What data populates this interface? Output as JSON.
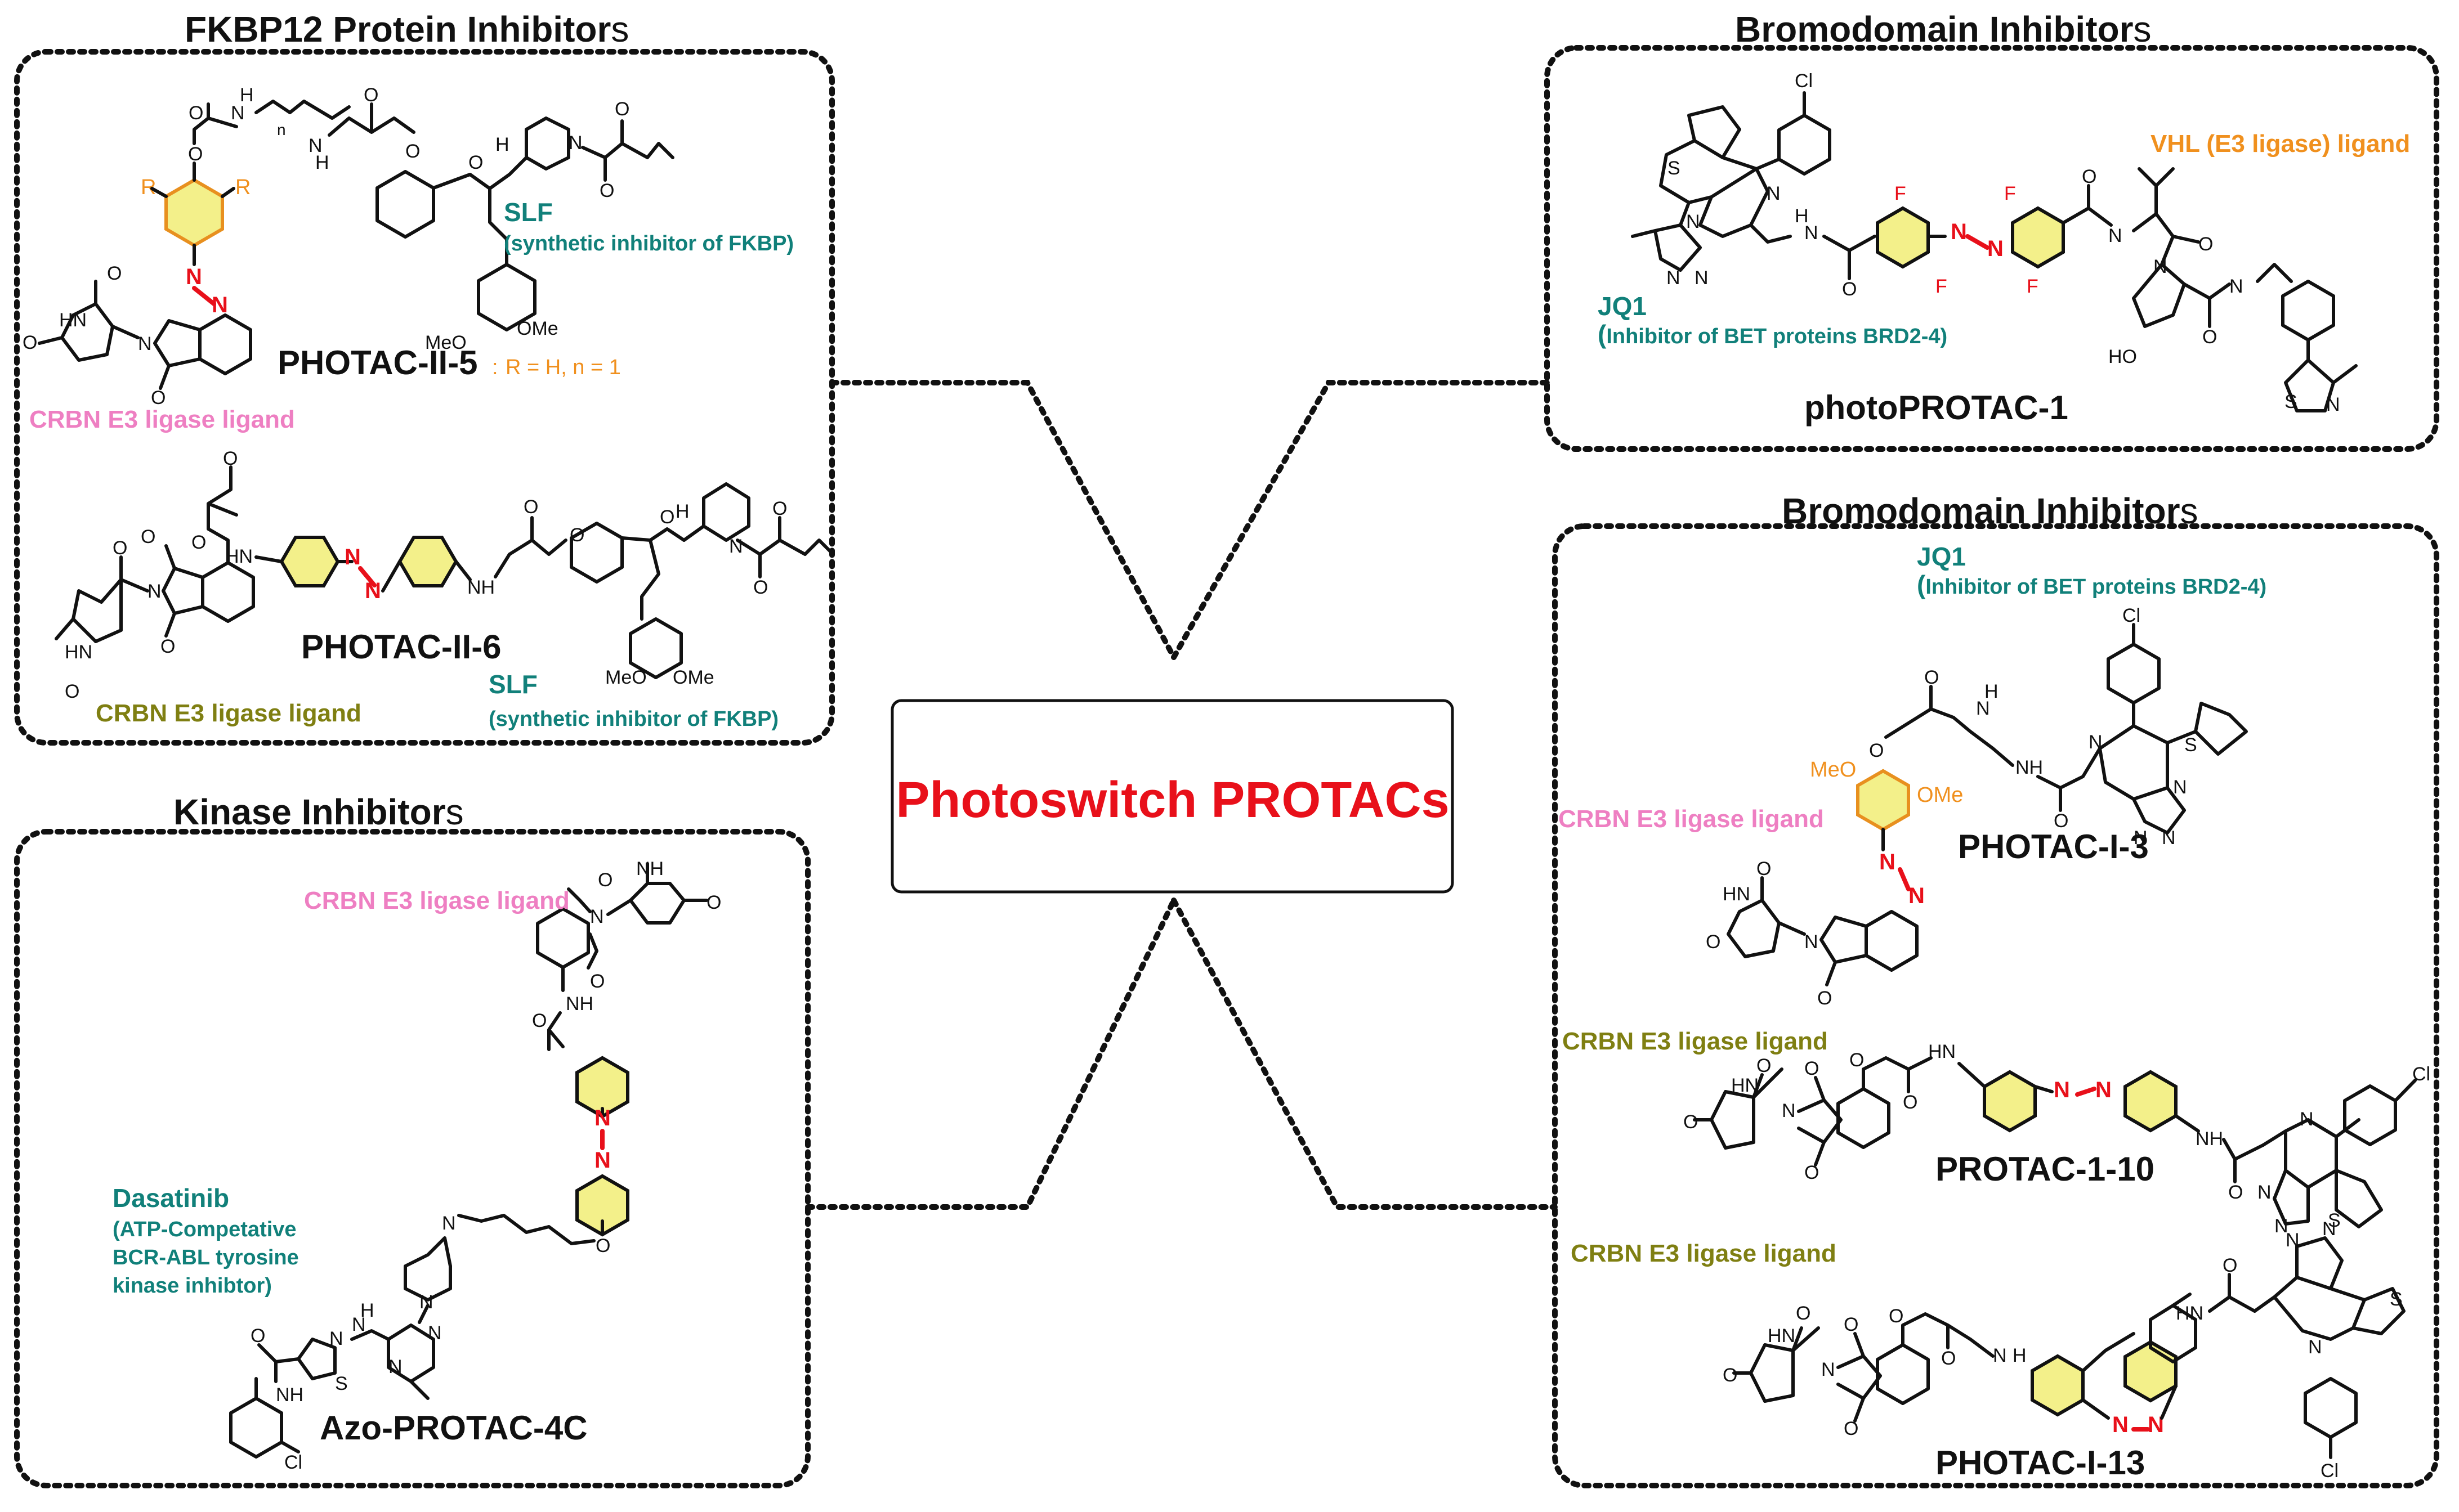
{
  "center": {
    "title": "Photoswitch PROTACs"
  },
  "panels": {
    "fkbp": {
      "heading_main": "FKBP12 Protein Inhibitor",
      "heading_tail": "s",
      "photac_ii_5": {
        "name": "PHOTAC-II-5",
        "sep": ":",
        "substituents": "R = H, n = 1",
        "r_label": "R",
        "n_label": "n"
      },
      "photac_ii_6": {
        "name": "PHOTAC-II-6"
      },
      "slf_1": {
        "label": "SLF",
        "desc": "(synthetic inhibitor of FKBP)"
      },
      "slf_2": {
        "label": "SLF",
        "desc": "(synthetic inhibitor of FKBP)"
      },
      "crbn_pink": "CRBN E3 ligase ligand",
      "crbn_olive": "CRBN E3 ligase ligand"
    },
    "bromo_top": {
      "heading_main": "Bromodomain Inhibitor",
      "heading_tail": "s",
      "name": "photoPROTAC-1",
      "vhl": "VHL (E3 ligase) ligand",
      "jq1": "JQ1",
      "jq1_desc_open": "(",
      "jq1_desc": "Inhibitor of BET proteins BRD2-4)"
    },
    "bromo_bottom": {
      "heading_main": "Bromodomain Inhibitor",
      "heading_tail": "s",
      "jq1": "JQ1",
      "jq1_desc_open": "(",
      "jq1_desc": "Inhibitor of BET proteins BRD2-4)",
      "crbn_pink": "CRBN E3 ligase ligand",
      "photac_i_3": "PHOTAC-I-3",
      "protac_1_10": "PROTAC-1-10",
      "crbn_olive_1": "CRBN E3 ligase ligand",
      "crbn_olive_2": "CRBN E3 ligase ligand",
      "photac_i_13": "PHOTAC-I-13"
    },
    "kinase": {
      "heading_main": "Kinase Inhibitor",
      "heading_tail": "s",
      "crbn_pink": "CRBN E3 ligase ligand",
      "dasatinib": "Dasatinib",
      "dasatinib_desc": [
        "(ATP-Competative",
        "BCR-ABL tyrosine",
        "kinase inhibtor)"
      ],
      "name": "Azo-PROTAC-4C"
    }
  },
  "atoms": {
    "N": "N",
    "O": "O",
    "H": "H",
    "S": "S",
    "F": "F",
    "Cl": "Cl",
    "NH": "NH",
    "HN": "HN",
    "OMe": "OMe",
    "MeO": "MeO",
    "HO": "HO"
  },
  "colors": {
    "title": "#e8101a",
    "azo": "#e8101a",
    "teal": "#11807a",
    "pink": "#ee7fc2",
    "olive": "#7f7f12",
    "orange": "#f0901e",
    "ring_highlight": "#f3f08a"
  }
}
